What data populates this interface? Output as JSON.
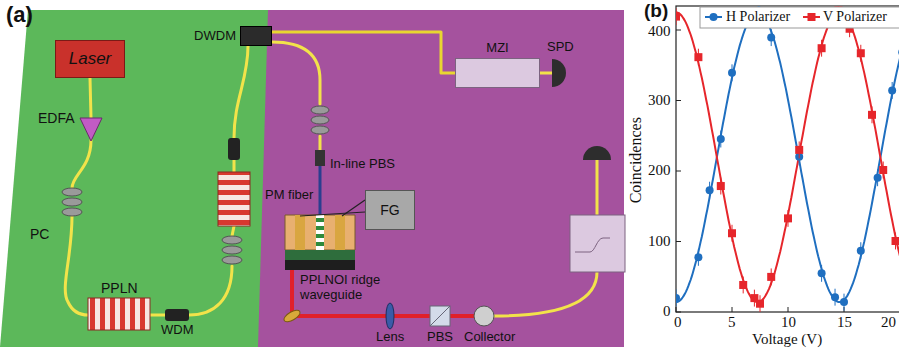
{
  "diagram": {
    "nodes": [
      {
        "text": [
          "Laser"
        ]
      },
      {
        "text": [
          "DWDM"
        ]
      },
      {
        "text": [
          "MZI"
        ]
      },
      {
        "text": [
          "FG"
        ]
      }
    ],
    "edges": [
      {
        "from": 1,
        "to": 2,
        "arrow": "none"
      }
    ],
    "labels": [
      "(a)",
      "EDFA",
      "PC",
      "PPLN",
      "WDM",
      "SPD",
      "In-line PBS",
      "PM fiber",
      "PPLNOI ridge waveguide",
      "Lens",
      "PBS",
      "Collector",
      "(b)",
      "Coincidences",
      "Voltage (V)",
      "0",
      "100",
      "200",
      "300",
      "400",
      "0",
      "5",
      "10",
      "15",
      "20"
    ],
    "legend": [
      {
        "text": "H Polarizer"
      },
      {
        "text": "V Polarizer"
      }
    ]
  }
}
